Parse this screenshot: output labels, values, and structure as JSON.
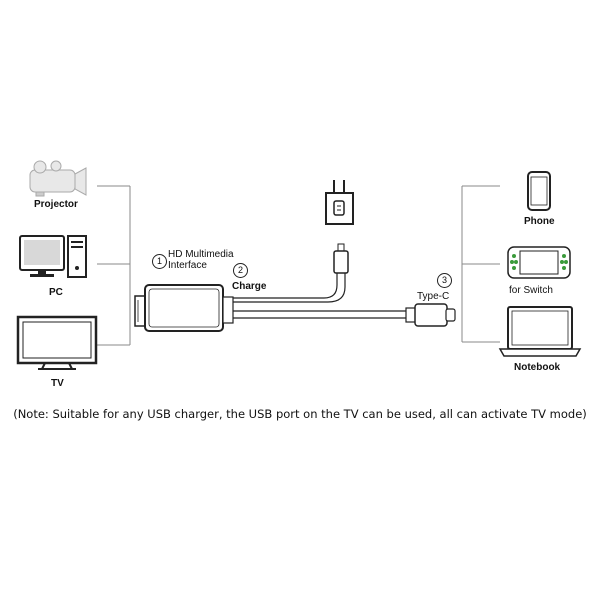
{
  "left_devices": [
    {
      "label": "Projector",
      "icon": "projector-icon"
    },
    {
      "label": "PC",
      "icon": "pc-icon"
    },
    {
      "label": "TV",
      "icon": "tv-icon"
    }
  ],
  "right_devices": [
    {
      "label": "Phone",
      "icon": "phone-icon"
    },
    {
      "label": "for Switch",
      "icon": "game-console-icon"
    },
    {
      "label": "Notebook",
      "icon": "laptop-icon"
    }
  ],
  "callouts": [
    {
      "number": "1",
      "label_line1": "HD Multimedia",
      "label_line2": "Interface"
    },
    {
      "number": "2",
      "label": "Charge"
    },
    {
      "number": "3",
      "label": "Type-C"
    }
  ],
  "note": "(Note: Suitable for any USB charger, the USB port on the TV can be used, all can activate TV mode)",
  "colors": {
    "line": "#8a8a8a",
    "icon_fill": "#e6e6e6",
    "outline": "#222222",
    "accent_green": "#3a9a3a"
  }
}
